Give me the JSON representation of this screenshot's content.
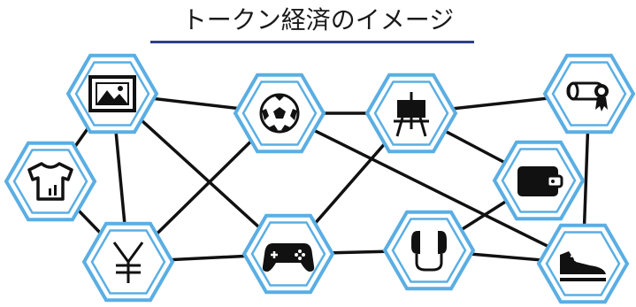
{
  "title": "トークン経済のイメージ",
  "colors": {
    "hex_outer": "#5aaee3",
    "hex_inner": "#5aaee3",
    "hex_fill": "#ffffff",
    "connector": "#111111",
    "underline": "#2f3f86",
    "icon": "#111111"
  },
  "nodes": [
    {
      "id": "picture",
      "icon": "picture-icon"
    },
    {
      "id": "tshirt",
      "icon": "tshirt-icon"
    },
    {
      "id": "yen",
      "icon": "yen-icon"
    },
    {
      "id": "soccer",
      "icon": "soccer-ball-icon"
    },
    {
      "id": "gamepad",
      "icon": "gamepad-icon"
    },
    {
      "id": "easel",
      "icon": "easel-icon"
    },
    {
      "id": "earphones",
      "icon": "earphones-icon"
    },
    {
      "id": "wallet",
      "icon": "wallet-icon"
    },
    {
      "id": "certificate",
      "icon": "certificate-icon"
    },
    {
      "id": "shoe",
      "icon": "shoe-icon"
    }
  ],
  "connections": [
    [
      "picture",
      "tshirt"
    ],
    [
      "picture",
      "yen"
    ],
    [
      "picture",
      "soccer"
    ],
    [
      "picture",
      "gamepad"
    ],
    [
      "tshirt",
      "yen"
    ],
    [
      "yen",
      "soccer"
    ],
    [
      "yen",
      "gamepad"
    ],
    [
      "soccer",
      "easel"
    ],
    [
      "soccer",
      "shoe"
    ],
    [
      "easel",
      "gamepad"
    ],
    [
      "easel",
      "certificate"
    ],
    [
      "easel",
      "wallet"
    ],
    [
      "gamepad",
      "earphones"
    ],
    [
      "earphones",
      "wallet"
    ],
    [
      "earphones",
      "shoe"
    ],
    [
      "certificate",
      "shoe"
    ]
  ]
}
